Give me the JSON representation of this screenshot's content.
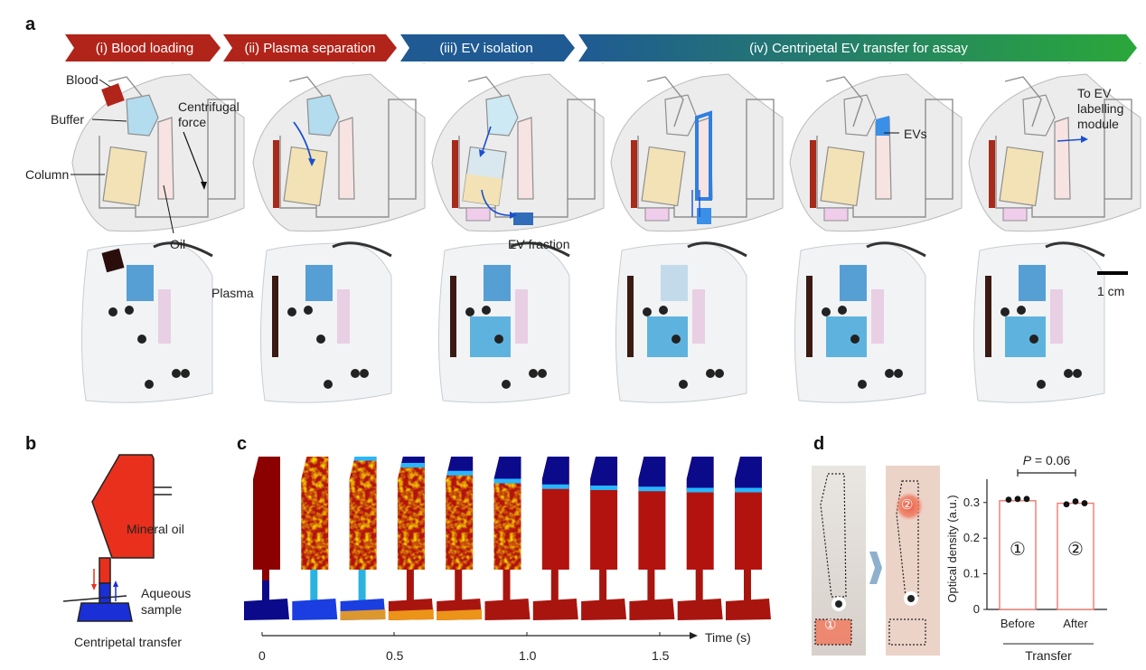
{
  "panel_labels": {
    "a": "a",
    "b": "b",
    "c": "c",
    "d": "d"
  },
  "stages": [
    {
      "label": "(i) Blood loading",
      "color": "#b1241a"
    },
    {
      "label": "(ii) Plasma separation",
      "color": "#b1241a"
    },
    {
      "label": "(iii) EV isolation",
      "color": "#1f5a93"
    },
    {
      "label": "(iv) Centripetal EV transfer for assay",
      "color": "#1e8a54"
    }
  ],
  "panel_a": {
    "label_blood": "Blood",
    "label_buffer": "Buffer",
    "label_column": "Column",
    "label_oil": "Oil",
    "label_force": "Centrifugal\nforce",
    "label_ev_fraction": "EV fraction",
    "label_evs": "EVs",
    "label_to_ev": "To EV\nlabelling\nmodule",
    "label_plasma": "Plasma",
    "scale_bar": "1 cm"
  },
  "panel_b": {
    "label_mineral_oil": "Mineral oil",
    "label_aqueous": "Aqueous\nsample",
    "caption": "Centripetal transfer",
    "oil_color": "#e8301c",
    "aqueous_color": "#1a2fd6"
  },
  "panel_c": {
    "axis_label": "Time (s)",
    "ticks": [
      "0",
      "0.5",
      "1.0",
      "1.5"
    ],
    "frames": [
      0,
      0.2,
      0.4,
      0.55,
      0.75,
      0.95,
      1.15,
      1.35,
      1.55,
      1.75,
      1.95
    ],
    "oil_level_fraction": [
      0,
      0,
      0.02,
      0.08,
      0.15,
      0.22,
      0.27,
      0.28,
      0.29,
      0.3,
      0.3
    ]
  },
  "panel_d": {
    "marker_1": "①",
    "marker_2": "②",
    "chart_data": {
      "type": "bar",
      "categories": [
        "Before",
        "After"
      ],
      "values": [
        0.305,
        0.298
      ],
      "points": [
        [
          0.308,
          0.31,
          0.31
        ],
        [
          0.295,
          0.303,
          0.298
        ]
      ],
      "bar_labels": [
        "①",
        "②"
      ],
      "ylabel": "Optical density (a.u.)",
      "xlabel": "Transfer",
      "yticks": [
        "0",
        "0.1",
        "0.2",
        "0.3"
      ],
      "ylim": [
        0,
        0.34
      ],
      "annotation_p": "P",
      "annotation_value": " = 0.06",
      "bar_color": "#f07a70"
    }
  }
}
